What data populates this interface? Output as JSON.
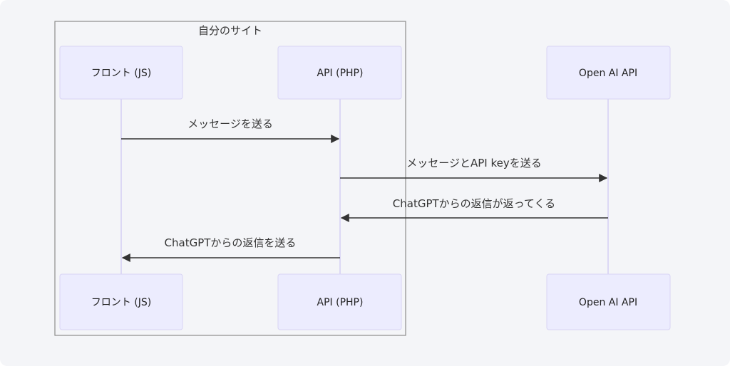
{
  "group": {
    "label": "自分のサイト"
  },
  "actors": [
    {
      "id": "front",
      "label": "フロント (JS)"
    },
    {
      "id": "api",
      "label": "API (PHP)"
    },
    {
      "id": "openai",
      "label": "Open AI API"
    }
  ],
  "messages": [
    {
      "from": "front",
      "to": "api",
      "label": "メッセージを送る"
    },
    {
      "from": "api",
      "to": "openai",
      "label": "メッセージとAPI keyを送る"
    },
    {
      "from": "openai",
      "to": "api",
      "label": "ChatGPTからの返信が返ってくる"
    },
    {
      "from": "api",
      "to": "front",
      "label": "ChatGPTからの返信を送る"
    }
  ]
}
